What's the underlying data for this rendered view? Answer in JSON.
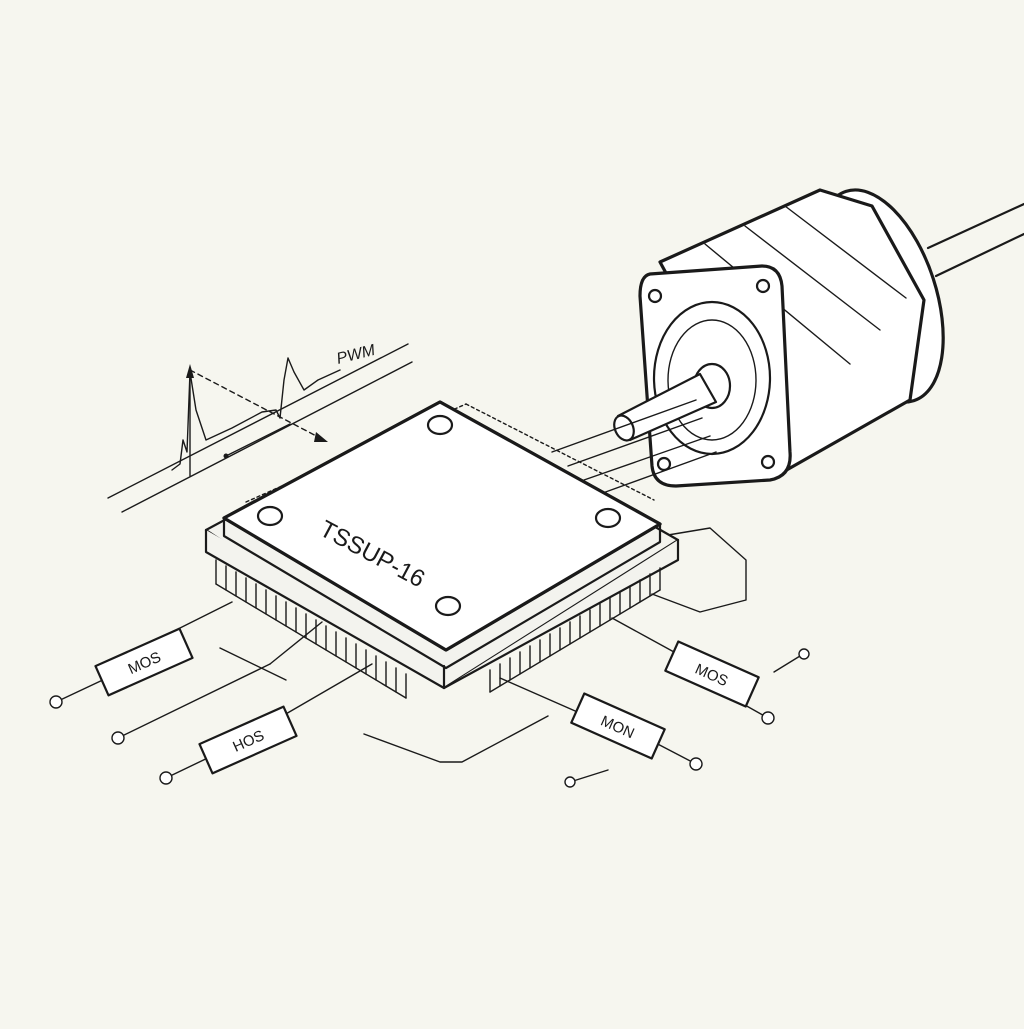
{
  "chip": {
    "label": "TSSUP-16"
  },
  "waveform": {
    "label": "PWM"
  },
  "components": [
    {
      "label": "MOS"
    },
    {
      "label": "HOS"
    },
    {
      "label": "MON"
    },
    {
      "label": "MOS"
    }
  ],
  "colors": {
    "ink": "#1a1a1a",
    "paper": "#f6f6ef",
    "part": "#ffffff"
  }
}
